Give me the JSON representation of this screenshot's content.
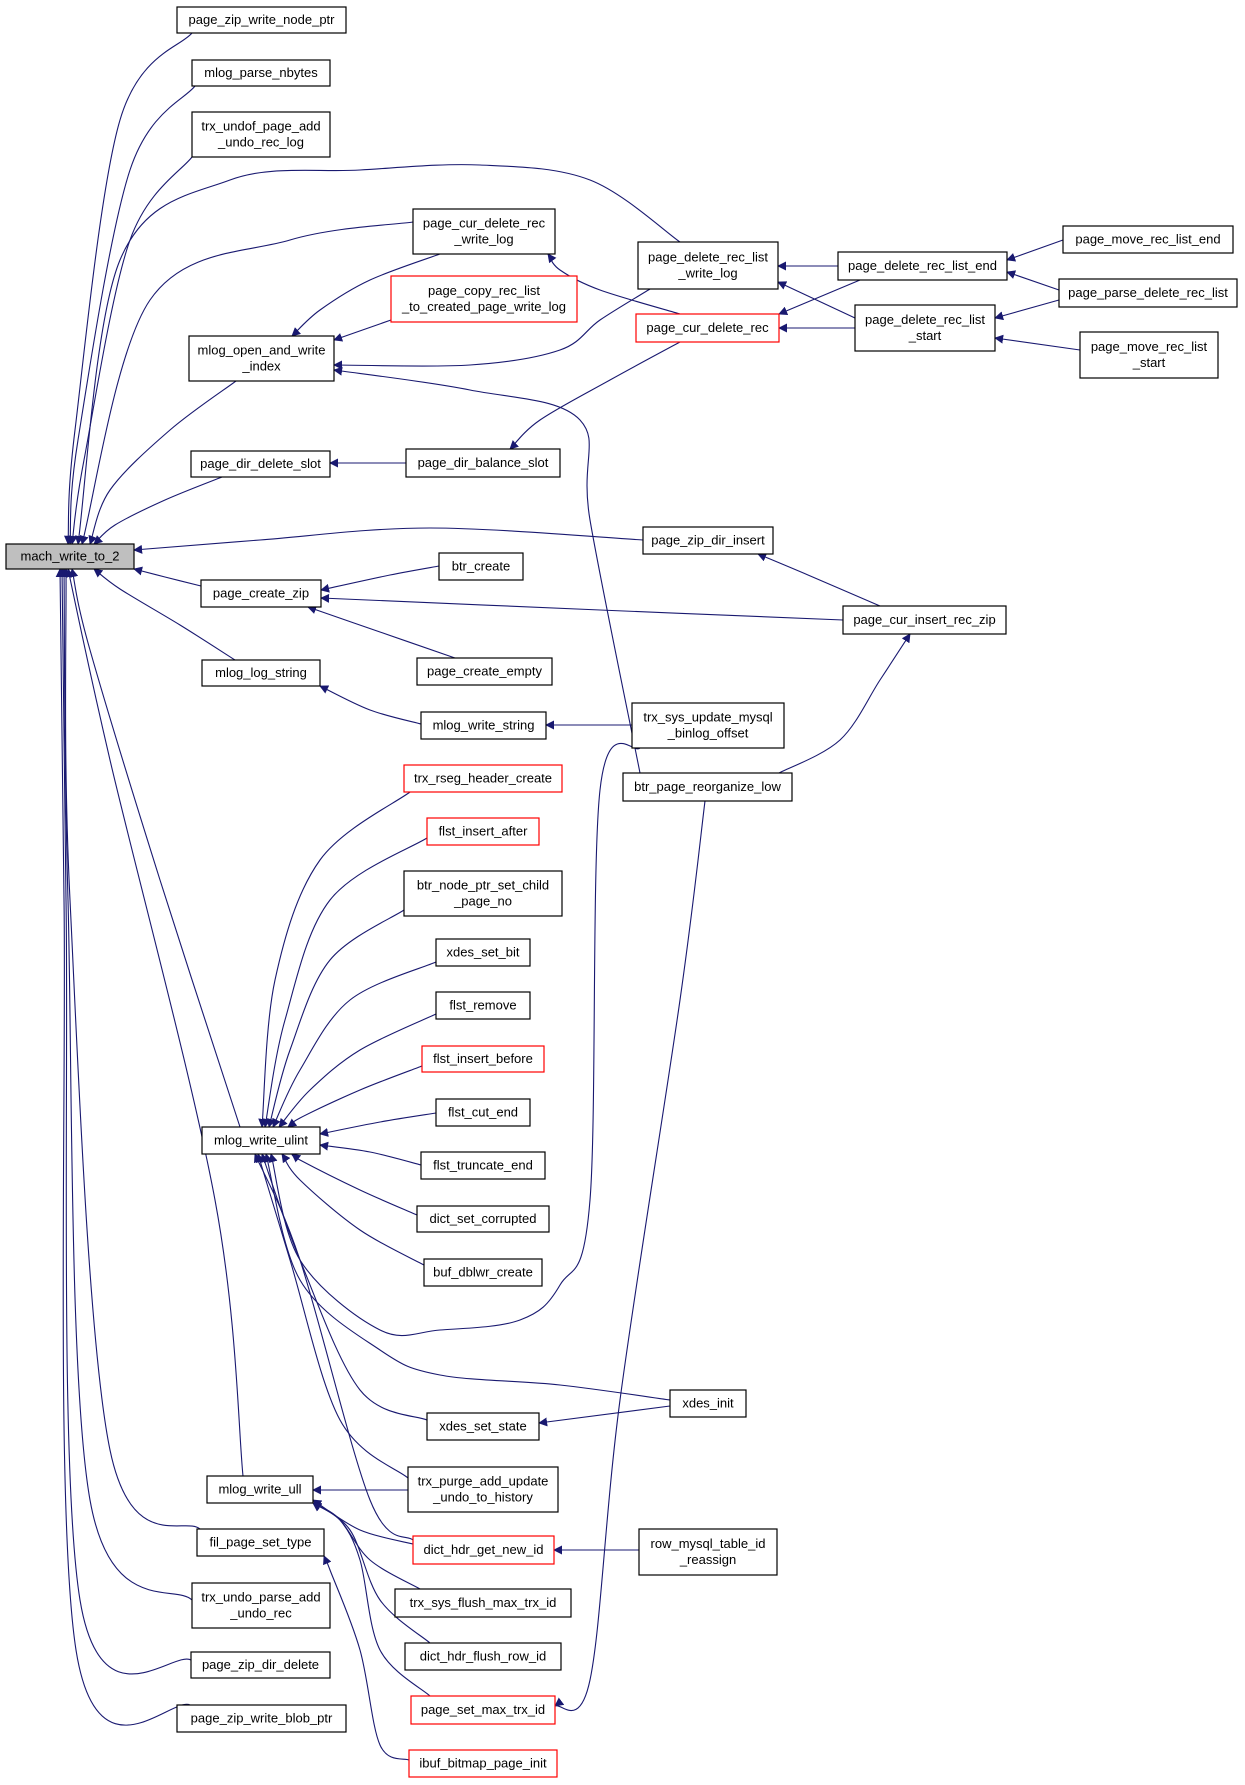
{
  "graph": {
    "root": "mach_write_to_2",
    "colors": {
      "edge": "#191970",
      "box_default": "#000000",
      "box_truncated": "#ff0000",
      "root_fill": "#bfbfbf",
      "label": "#000000"
    },
    "nodes": [
      {
        "id": "mach_write_to_2",
        "lines": [
          "mach_write_to_2"
        ],
        "style": "root"
      },
      {
        "id": "page_zip_write_node_ptr",
        "lines": [
          "page_zip_write_node_ptr"
        ],
        "style": "default"
      },
      {
        "id": "mlog_parse_nbytes",
        "lines": [
          "mlog_parse_nbytes"
        ],
        "style": "default"
      },
      {
        "id": "trx_undof_page_add_undo_rec_log",
        "lines": [
          "trx_undof_page_add",
          "_undo_rec_log"
        ],
        "style": "default"
      },
      {
        "id": "mlog_open_and_write_index",
        "lines": [
          "mlog_open_and_write",
          "_index"
        ],
        "style": "default"
      },
      {
        "id": "page_dir_delete_slot",
        "lines": [
          "page_dir_delete_slot"
        ],
        "style": "default"
      },
      {
        "id": "page_create_zip",
        "lines": [
          "page_create_zip"
        ],
        "style": "default"
      },
      {
        "id": "mlog_log_string",
        "lines": [
          "mlog_log_string"
        ],
        "style": "default"
      },
      {
        "id": "mlog_write_ulint",
        "lines": [
          "mlog_write_ulint"
        ],
        "style": "default"
      },
      {
        "id": "mlog_write_ull",
        "lines": [
          "mlog_write_ull"
        ],
        "style": "default"
      },
      {
        "id": "fil_page_set_type",
        "lines": [
          "fil_page_set_type"
        ],
        "style": "default"
      },
      {
        "id": "trx_undo_parse_add_undo_rec",
        "lines": [
          "trx_undo_parse_add",
          "_undo_rec"
        ],
        "style": "default"
      },
      {
        "id": "page_zip_dir_delete",
        "lines": [
          "page_zip_dir_delete"
        ],
        "style": "default"
      },
      {
        "id": "page_zip_write_blob_ptr",
        "lines": [
          "page_zip_write_blob_ptr"
        ],
        "style": "default"
      },
      {
        "id": "page_cur_delete_rec_write_log",
        "lines": [
          "page_cur_delete_rec",
          "_write_log"
        ],
        "style": "default"
      },
      {
        "id": "page_copy_rec_list_to_created_page_write_log",
        "lines": [
          "page_copy_rec_list",
          "_to_created_page_write_log"
        ],
        "style": "truncated"
      },
      {
        "id": "page_dir_balance_slot",
        "lines": [
          "page_dir_balance_slot"
        ],
        "style": "default"
      },
      {
        "id": "btr_create",
        "lines": [
          "btr_create"
        ],
        "style": "default"
      },
      {
        "id": "page_create_empty",
        "lines": [
          "page_create_empty"
        ],
        "style": "default"
      },
      {
        "id": "mlog_write_string",
        "lines": [
          "mlog_write_string"
        ],
        "style": "default"
      },
      {
        "id": "trx_rseg_header_create",
        "lines": [
          "trx_rseg_header_create"
        ],
        "style": "truncated"
      },
      {
        "id": "flst_insert_after",
        "lines": [
          "flst_insert_after"
        ],
        "style": "truncated"
      },
      {
        "id": "btr_node_ptr_set_child_page_no",
        "lines": [
          "btr_node_ptr_set_child",
          "_page_no"
        ],
        "style": "default"
      },
      {
        "id": "xdes_set_bit",
        "lines": [
          "xdes_set_bit"
        ],
        "style": "default"
      },
      {
        "id": "flst_remove",
        "lines": [
          "flst_remove"
        ],
        "style": "default"
      },
      {
        "id": "flst_insert_before",
        "lines": [
          "flst_insert_before"
        ],
        "style": "truncated"
      },
      {
        "id": "flst_cut_end",
        "lines": [
          "flst_cut_end"
        ],
        "style": "default"
      },
      {
        "id": "flst_truncate_end",
        "lines": [
          "flst_truncate_end"
        ],
        "style": "default"
      },
      {
        "id": "dict_set_corrupted",
        "lines": [
          "dict_set_corrupted"
        ],
        "style": "default"
      },
      {
        "id": "buf_dblwr_create",
        "lines": [
          "buf_dblwr_create"
        ],
        "style": "default"
      },
      {
        "id": "xdes_set_state",
        "lines": [
          "xdes_set_state"
        ],
        "style": "default"
      },
      {
        "id": "trx_purge_add_update_undo_to_history",
        "lines": [
          "trx_purge_add_update",
          "_undo_to_history"
        ],
        "style": "default"
      },
      {
        "id": "dict_hdr_get_new_id",
        "lines": [
          "dict_hdr_get_new_id"
        ],
        "style": "truncated"
      },
      {
        "id": "trx_sys_flush_max_trx_id",
        "lines": [
          "trx_sys_flush_max_trx_id"
        ],
        "style": "default"
      },
      {
        "id": "dict_hdr_flush_row_id",
        "lines": [
          "dict_hdr_flush_row_id"
        ],
        "style": "default"
      },
      {
        "id": "page_set_max_trx_id",
        "lines": [
          "page_set_max_trx_id"
        ],
        "style": "truncated"
      },
      {
        "id": "ibuf_bitmap_page_init",
        "lines": [
          "ibuf_bitmap_page_init"
        ],
        "style": "truncated"
      },
      {
        "id": "page_delete_rec_list_write_log",
        "lines": [
          "page_delete_rec_list",
          "_write_log"
        ],
        "style": "default"
      },
      {
        "id": "page_cur_delete_rec",
        "lines": [
          "page_cur_delete_rec"
        ],
        "style": "truncated"
      },
      {
        "id": "page_zip_dir_insert",
        "lines": [
          "page_zip_dir_insert"
        ],
        "style": "default"
      },
      {
        "id": "trx_sys_update_mysql_binlog_offset",
        "lines": [
          "trx_sys_update_mysql",
          "_binlog_offset"
        ],
        "style": "default"
      },
      {
        "id": "btr_page_reorganize_low",
        "lines": [
          "btr_page_reorganize_low"
        ],
        "style": "default"
      },
      {
        "id": "xdes_init",
        "lines": [
          "xdes_init"
        ],
        "style": "default"
      },
      {
        "id": "row_mysql_table_id_reassign",
        "lines": [
          "row_mysql_table_id",
          "_reassign"
        ],
        "style": "default"
      },
      {
        "id": "page_delete_rec_list_end",
        "lines": [
          "page_delete_rec_list_end"
        ],
        "style": "default"
      },
      {
        "id": "page_delete_rec_list_start",
        "lines": [
          "page_delete_rec_list",
          "_start"
        ],
        "style": "default"
      },
      {
        "id": "page_cur_insert_rec_zip",
        "lines": [
          "page_cur_insert_rec_zip"
        ],
        "style": "default"
      },
      {
        "id": "page_move_rec_list_end",
        "lines": [
          "page_move_rec_list_end"
        ],
        "style": "default"
      },
      {
        "id": "page_parse_delete_rec_list",
        "lines": [
          "page_parse_delete_rec_list"
        ],
        "style": "default"
      },
      {
        "id": "page_move_rec_list_start",
        "lines": [
          "page_move_rec_list",
          "_start"
        ],
        "style": "default"
      }
    ],
    "edges": [
      {
        "from": "page_zip_write_node_ptr",
        "to": "mach_write_to_2"
      },
      {
        "from": "mlog_parse_nbytes",
        "to": "mach_write_to_2"
      },
      {
        "from": "trx_undof_page_add_undo_rec_log",
        "to": "mach_write_to_2"
      },
      {
        "from": "page_delete_rec_list_write_log",
        "to": "mach_write_to_2"
      },
      {
        "from": "page_cur_delete_rec_write_log",
        "to": "mach_write_to_2"
      },
      {
        "from": "mlog_open_and_write_index",
        "to": "mach_write_to_2"
      },
      {
        "from": "page_dir_delete_slot",
        "to": "mach_write_to_2"
      },
      {
        "from": "page_zip_dir_insert",
        "to": "mach_write_to_2"
      },
      {
        "from": "page_create_zip",
        "to": "mach_write_to_2"
      },
      {
        "from": "mlog_log_string",
        "to": "mach_write_to_2"
      },
      {
        "from": "mlog_write_ulint",
        "to": "mach_write_to_2"
      },
      {
        "from": "mlog_write_ull",
        "to": "mach_write_to_2"
      },
      {
        "from": "fil_page_set_type",
        "to": "mach_write_to_2"
      },
      {
        "from": "trx_undo_parse_add_undo_rec",
        "to": "mach_write_to_2"
      },
      {
        "from": "page_zip_dir_delete",
        "to": "mach_write_to_2"
      },
      {
        "from": "page_zip_write_blob_ptr",
        "to": "mach_write_to_2"
      },
      {
        "from": "page_cur_delete_rec_write_log",
        "to": "mlog_open_and_write_index"
      },
      {
        "from": "page_copy_rec_list_to_created_page_write_log",
        "to": "mlog_open_and_write_index"
      },
      {
        "from": "page_delete_rec_list_write_log",
        "to": "mlog_open_and_write_index"
      },
      {
        "from": "btr_page_reorganize_low",
        "to": "mlog_open_and_write_index"
      },
      {
        "from": "page_cur_delete_rec",
        "to": "page_cur_delete_rec_write_log"
      },
      {
        "from": "page_delete_rec_list_end",
        "to": "page_delete_rec_list_write_log"
      },
      {
        "from": "page_delete_rec_list_start",
        "to": "page_delete_rec_list_write_log"
      },
      {
        "from": "page_delete_rec_list_end",
        "to": "page_cur_delete_rec"
      },
      {
        "from": "page_delete_rec_list_start",
        "to": "page_cur_delete_rec"
      },
      {
        "from": "page_move_rec_list_end",
        "to": "page_delete_rec_list_end"
      },
      {
        "from": "page_parse_delete_rec_list",
        "to": "page_delete_rec_list_end"
      },
      {
        "from": "page_parse_delete_rec_list",
        "to": "page_delete_rec_list_start"
      },
      {
        "from": "page_move_rec_list_start",
        "to": "page_delete_rec_list_start"
      },
      {
        "from": "page_dir_balance_slot",
        "to": "page_dir_delete_slot"
      },
      {
        "from": "page_cur_delete_rec",
        "to": "page_dir_balance_slot"
      },
      {
        "from": "btr_create",
        "to": "page_create_zip"
      },
      {
        "from": "page_create_empty",
        "to": "page_create_zip"
      },
      {
        "from": "page_cur_insert_rec_zip",
        "to": "page_create_zip"
      },
      {
        "from": "page_cur_insert_rec_zip",
        "to": "page_zip_dir_insert"
      },
      {
        "from": "btr_page_reorganize_low",
        "to": "page_cur_insert_rec_zip"
      },
      {
        "from": "mlog_write_string",
        "to": "mlog_log_string"
      },
      {
        "from": "trx_sys_update_mysql_binlog_offset",
        "to": "mlog_write_string"
      },
      {
        "from": "trx_rseg_header_create",
        "to": "mlog_write_ulint"
      },
      {
        "from": "flst_insert_after",
        "to": "mlog_write_ulint"
      },
      {
        "from": "btr_node_ptr_set_child_page_no",
        "to": "mlog_write_ulint"
      },
      {
        "from": "xdes_set_bit",
        "to": "mlog_write_ulint"
      },
      {
        "from": "flst_remove",
        "to": "mlog_write_ulint"
      },
      {
        "from": "flst_insert_before",
        "to": "mlog_write_ulint"
      },
      {
        "from": "flst_cut_end",
        "to": "mlog_write_ulint"
      },
      {
        "from": "flst_truncate_end",
        "to": "mlog_write_ulint"
      },
      {
        "from": "dict_set_corrupted",
        "to": "mlog_write_ulint"
      },
      {
        "from": "buf_dblwr_create",
        "to": "mlog_write_ulint"
      },
      {
        "from": "trx_sys_update_mysql_binlog_offset",
        "to": "mlog_write_ulint"
      },
      {
        "from": "xdes_init",
        "to": "mlog_write_ulint"
      },
      {
        "from": "xdes_set_state",
        "to": "mlog_write_ulint"
      },
      {
        "from": "trx_purge_add_update_undo_to_history",
        "to": "mlog_write_ulint"
      },
      {
        "from": "dict_hdr_get_new_id",
        "to": "mlog_write_ulint"
      },
      {
        "from": "xdes_init",
        "to": "xdes_set_state"
      },
      {
        "from": "trx_purge_add_update_undo_to_history",
        "to": "mlog_write_ull"
      },
      {
        "from": "dict_hdr_get_new_id",
        "to": "mlog_write_ull"
      },
      {
        "from": "trx_sys_flush_max_trx_id",
        "to": "mlog_write_ull"
      },
      {
        "from": "dict_hdr_flush_row_id",
        "to": "mlog_write_ull"
      },
      {
        "from": "page_set_max_trx_id",
        "to": "mlog_write_ull"
      },
      {
        "from": "row_mysql_table_id_reassign",
        "to": "dict_hdr_get_new_id"
      },
      {
        "from": "btr_page_reorganize_low",
        "to": "page_set_max_trx_id"
      },
      {
        "from": "ibuf_bitmap_page_init",
        "to": "fil_page_set_type"
      }
    ]
  }
}
